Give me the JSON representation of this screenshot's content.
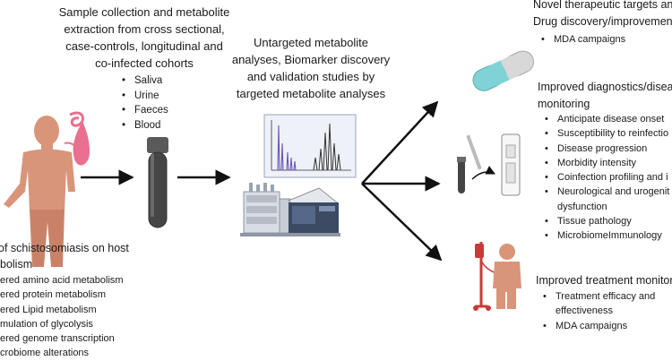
{
  "sample": {
    "heading": "Sample collection and metabolite extraction from cross sectional, case-controls, longitudinal and co-infected cohorts",
    "heading_lines": [
      "Sample collection and metabolite",
      "extraction from cross sectional,",
      "case-controls, longitudinal and",
      "co-infected cohorts"
    ],
    "items": [
      "Saliva",
      "Urine",
      "Faeces",
      "Blood"
    ]
  },
  "analysis": {
    "heading_lines": [
      "Untargeted metabolite",
      "analyses, Biomarker discovery",
      "and validation studies by",
      "targeted metabolite analyses"
    ]
  },
  "impact": {
    "heading_lines": [
      "of schistosomiasis on host",
      "bolism"
    ],
    "items": [
      "ered amino acid metabolism",
      "ered protein metabolism",
      "ered Lipid metabolism",
      "mulation of glycolysis",
      "ered genome transcription",
      "crobiome alterations"
    ]
  },
  "therapeutic": {
    "heading_lines": [
      "Novel therapeutic targets an",
      "Drug discovery/improvemen"
    ],
    "items": [
      "MDA campaigns"
    ]
  },
  "diagnostics": {
    "heading_lines": [
      "Improved diagnostics/disea",
      "monitoring"
    ],
    "items": [
      "Anticipate disease onset",
      "Susceptibility to reinfectio",
      "Disease progression",
      "Morbidity intensity",
      "Coinfection profiling and i",
      "Neurological and urogenit",
      "dysfunction",
      "Tissue pathology",
      "MicrobiomeImmunology"
    ]
  },
  "treatment": {
    "heading": "Improved treatment monitor",
    "items": [
      "Treatment efficacy and effectiveness",
      "MDA campaigns"
    ],
    "item_lines": [
      "Treatment efficacy and",
      "effectiveness"
    ]
  },
  "colors": {
    "skin": "#d9957a",
    "parasite": "#e9708f",
    "tube": "#454545",
    "pill_teal": "#7fd2d6",
    "pill_grey": "#d8d8d8",
    "drip_red": "#c73b38",
    "arrow": "#111111"
  }
}
